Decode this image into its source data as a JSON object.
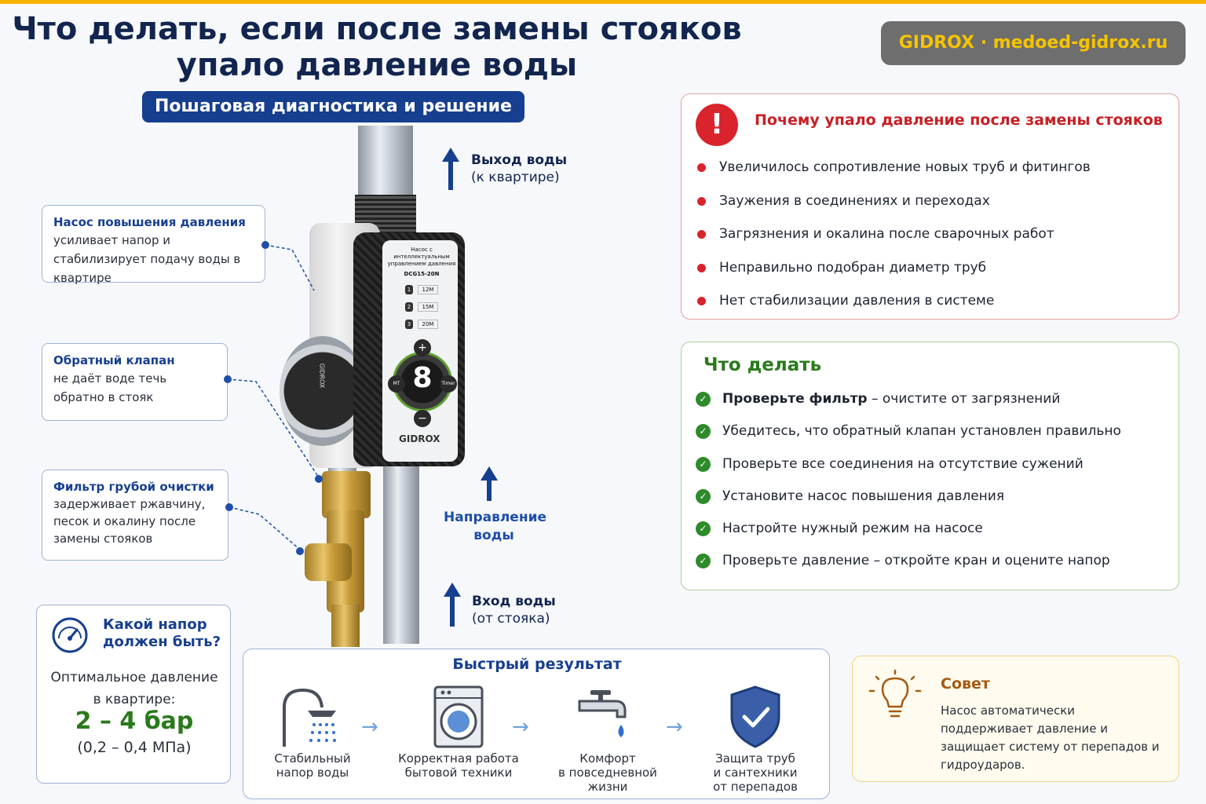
{
  "header": {
    "title_line1": "Что делать, если после замены стояков",
    "title_line2": "упало давление воды",
    "subtitle": "Пошаговая диагностика и решение",
    "brand": "GIDROX  ·  medoed-gidrox.ru"
  },
  "pump": {
    "label_line1": "Насос с интеллектуальным",
    "label_line2": "управлением давления",
    "model": "DCG15-20N",
    "modes": [
      {
        "num": "1",
        "label": "12M"
      },
      {
        "num": "2",
        "label": "15M"
      },
      {
        "num": "3",
        "label": "20M"
      }
    ],
    "display_digit": "8",
    "plus": "+",
    "minus": "−",
    "btn_left": "MT",
    "btn_right": "Timer",
    "logo": "GIDROX",
    "motor_logo": "GIDROX"
  },
  "flow": {
    "out_title": "Выход воды",
    "out_sub": "(к квартире)",
    "direction": "Направление воды",
    "in_title": "Вход воды",
    "in_sub": "(от стояка)"
  },
  "callouts": [
    {
      "title": "Насос повышения давления",
      "text": "усиливает напор и стабилизирует подачу воды в квартире"
    },
    {
      "title": "Обратный клапан",
      "text": "не даёт воде течь обратно в стояк"
    },
    {
      "title": "Фильтр грубой очистки",
      "text": "задерживает ржавчину, песок и окалину после замены стояков"
    }
  ],
  "pressure": {
    "title_line1": "Какой напор",
    "title_line2": "должен быть?",
    "text_line1": "Оптимальное давление",
    "text_line2": "в квартире:",
    "value": "2 – 4 бар",
    "mpa": "(0,2 – 0,4 МПа)"
  },
  "result": {
    "title": "Быстрый результат",
    "items": [
      {
        "icon": "shower-icon",
        "line1": "Стабильный",
        "line2": "напор воды",
        "line3": ""
      },
      {
        "icon": "washing-machine-icon",
        "line1": "Корректная работа",
        "line2": "бытовой техники",
        "line3": ""
      },
      {
        "icon": "faucet-icon",
        "line1": "Комфорт",
        "line2": "в повседневной",
        "line3": "жизни"
      },
      {
        "icon": "shield-check-icon",
        "line1": "Защита труб",
        "line2": "и сантехники",
        "line3": "от перепадов"
      }
    ]
  },
  "why": {
    "icon": "!",
    "title": "Почему упало давление после замены стояков",
    "items": [
      "Увеличилось сопротивление новых труб и фитингов",
      "Заужения в соединениях и переходах",
      "Загрязнения и окалина после сварочных работ",
      "Неправильно подобран диаметр труб",
      "Нет стабилизации давления в системе"
    ]
  },
  "todo": {
    "title": "Что делать",
    "check": "✓",
    "items": [
      {
        "bold": "Проверьте фильтр",
        "rest": " – очистите от загрязнений"
      },
      {
        "bold": "",
        "rest": "Убедитесь, что обратный клапан установлен правильно"
      },
      {
        "bold": "",
        "rest": "Проверьте все соединения на отсутствие сужений"
      },
      {
        "bold": "",
        "rest": "Установите насос повышения давления"
      },
      {
        "bold": "",
        "rest": "Настройте нужный режим на насосе"
      },
      {
        "bold": "",
        "rest": "Проверьте давление – откройте кран и оцените напор"
      }
    ]
  },
  "tip": {
    "title": "Совет",
    "text": "Насос автоматически поддерживает давление и защищает систему от перепадов и гидроударов."
  },
  "colors": {
    "navy": "#12254f",
    "blue": "#173f8f",
    "red": "#d9232d",
    "green": "#2e8b2a",
    "gold": "#f5b300"
  }
}
